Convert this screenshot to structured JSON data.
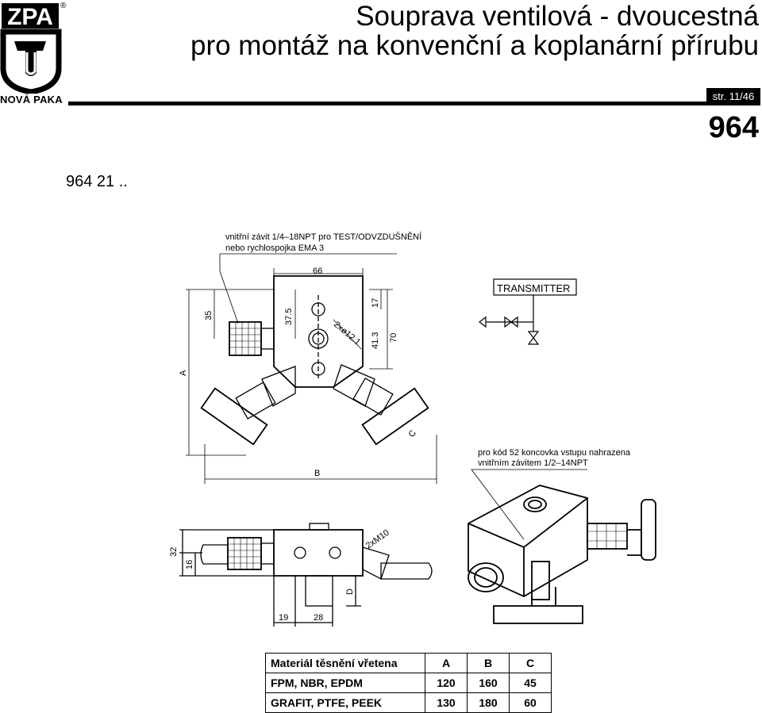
{
  "header": {
    "logo_text": "ZPA",
    "logo_mark": "®",
    "company": "NOVÁ PAKA",
    "title_line1": "Souprava ventilová - dvoucestná",
    "title_line2": "pro montáž na konvenční a koplanární přírubu",
    "page": "str. 11/46",
    "code": "964"
  },
  "variant": "964 21 ..",
  "drawing": {
    "note_thread_line1": "vnitřní závit 1/4–18NPT pro TEST/ODVZDUŠNĚNÍ",
    "note_thread_line2": "nebo rychlospojka EMA 3",
    "dim_66": "66",
    "dim_35": "35",
    "dim_37_5": "37.5",
    "dim_17": "17",
    "dim_41_3": "41.3",
    "dim_70": "70",
    "dim_holes": "2xø12.1",
    "dim_A": "A",
    "dim_B": "B",
    "dim_C": "C",
    "transmitter": "TRANSMITTER",
    "note_code52_line1": "pro kód 52 koncovka vstupu nahrazena",
    "note_code52_line2": "vnitřním závitem 1/2–14NPT",
    "dim_32": "32",
    "dim_16": "16",
    "dim_m10": "2xM10",
    "dim_D": "D",
    "dim_19": "19",
    "dim_28": "28"
  },
  "table": {
    "headers": [
      "Materiál těsnění vřetena",
      "A",
      "B",
      "C"
    ],
    "rows": [
      [
        "FPM, NBR, EPDM",
        "120",
        "160",
        "45"
      ],
      [
        "GRAFIT, PTFE, PEEK",
        "130",
        "180",
        "60"
      ]
    ]
  }
}
